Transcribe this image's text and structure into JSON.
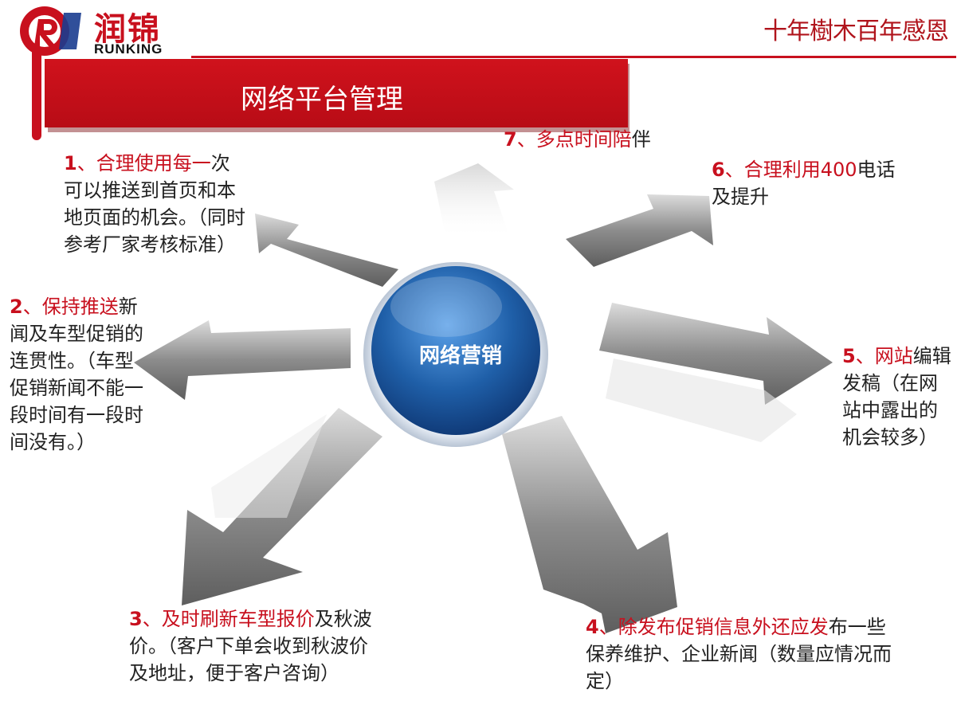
{
  "header": {
    "logo_cn": "润锦",
    "logo_en": "RUNKING",
    "slogan": "十年樹木百年感恩",
    "title": "网络平台管理"
  },
  "hub": {
    "label": "网络营销"
  },
  "notes": {
    "n1": {
      "num": "1",
      "lead": "、合理使用每一",
      "rest": "次可以推送到首页和本地页面的机会。（同时参考厂家考核标准）"
    },
    "n2": {
      "num": "2",
      "lead": "、保持推送",
      "rest": "新闻及车型促销的连贯性。（车型促销新闻不能一段时间有一段时间没有。）"
    },
    "n3": {
      "num": "3",
      "lead": "、及时刷新车型报价",
      "rest": "及秋波价。（客户下单会收到秋波价及地址，便于客户咨询）"
    },
    "n4": {
      "num": "4",
      "lead": "、除发布促销信息外还应发",
      "rest": "布一些保养维护、企业新闻（数量应情况而定）"
    },
    "n5": {
      "num": "5",
      "lead": "、网站",
      "rest": "编辑发稿（在网站中露出的机会较多）"
    },
    "n6": {
      "num": "6",
      "lead": "、合理利用400",
      "rest": "电话及提升"
    },
    "n7": {
      "num": "7",
      "lead": "、多点时间陪",
      "rest": "伴"
    }
  },
  "colors": {
    "brand_red": "#c8101e",
    "hub_blue": "#1f5fa8",
    "arrow_grey": "#8a8a8a"
  }
}
